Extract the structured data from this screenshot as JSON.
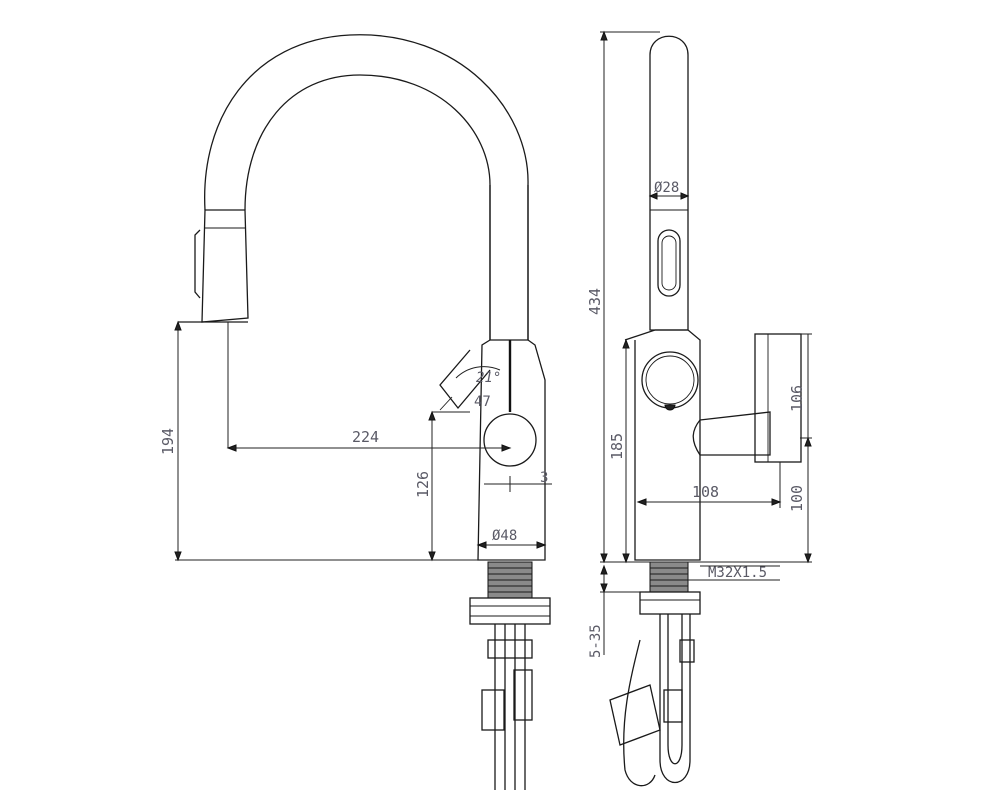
{
  "diagram": {
    "dimensions": {
      "height_outlet": "194",
      "reach": "224",
      "base_height": "126",
      "handle_angle": "21°",
      "handle_offset": "47",
      "gap": "3",
      "base_diameter": "Ø48",
      "total_height": "434",
      "spray_diameter": "Ø28",
      "body_height": "185",
      "handle_depth": "108",
      "handle_height": "106",
      "handle_base": "100",
      "thread": "M32X1.5",
      "counter_thickness": "5-35"
    },
    "colors": {
      "line": "#1a1a1a",
      "text": "#5a5a66",
      "background": "#ffffff"
    }
  }
}
